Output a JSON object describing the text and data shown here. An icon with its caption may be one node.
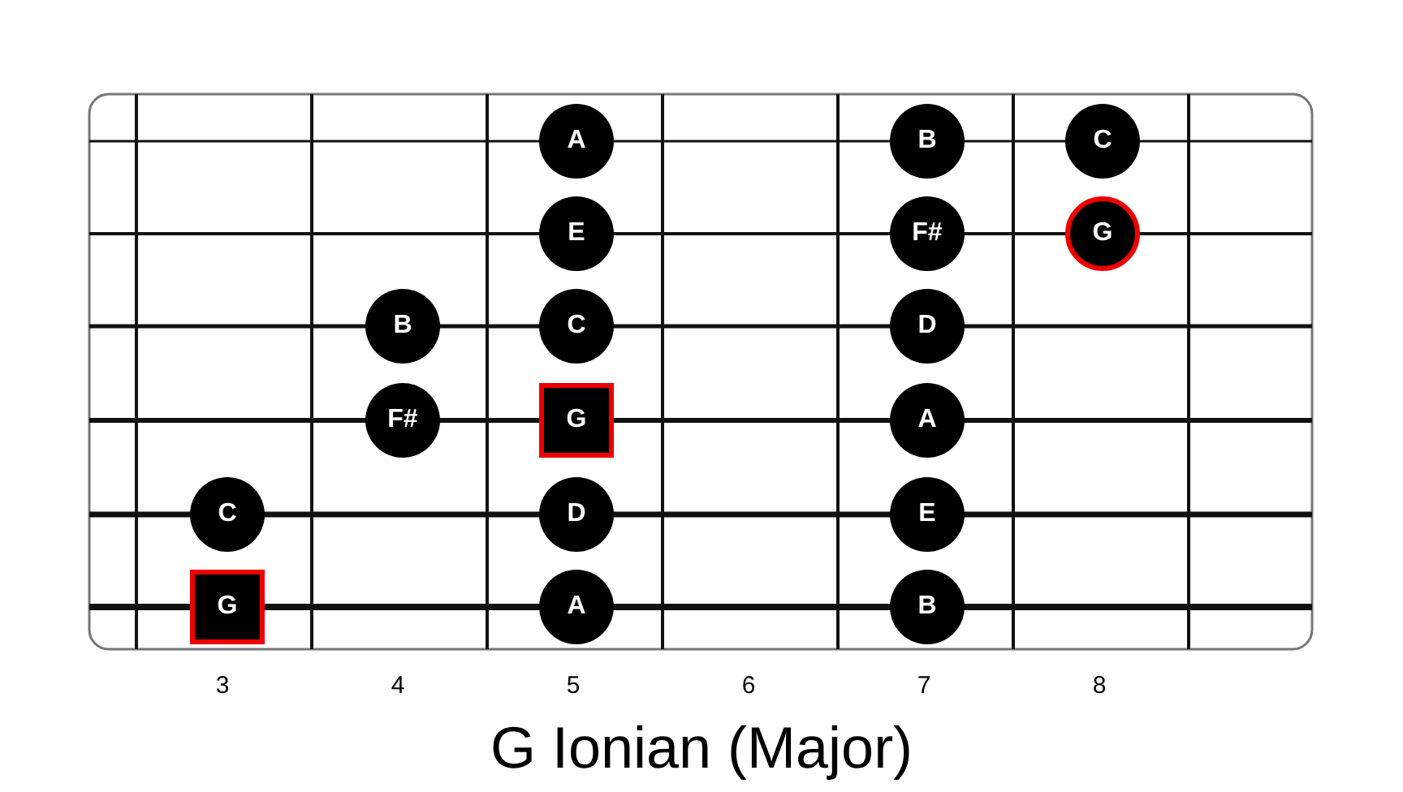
{
  "diagram": {
    "title": "G Ionian (Major)",
    "nodes": [
      {
        "text": [
          "A"
        ]
      },
      {
        "text": [
          "B"
        ]
      },
      {
        "text": [
          "C"
        ]
      },
      {
        "text": [
          "E"
        ]
      },
      {
        "text": [
          "F#"
        ]
      },
      {
        "text": [
          "G"
        ]
      },
      {
        "text": [
          "B"
        ]
      },
      {
        "text": [
          "C"
        ]
      },
      {
        "text": [
          "D"
        ]
      },
      {
        "text": [
          "F#"
        ]
      },
      {
        "text": [
          "G"
        ]
      },
      {
        "text": [
          "A"
        ]
      },
      {
        "text": [
          "C"
        ]
      },
      {
        "text": [
          "D"
        ]
      },
      {
        "text": [
          "E"
        ]
      },
      {
        "text": [
          "G"
        ]
      },
      {
        "text": [
          "A"
        ]
      },
      {
        "text": [
          "B"
        ]
      }
    ],
    "labels": [
      "3",
      "4",
      "5",
      "6",
      "7",
      "8"
    ]
  }
}
